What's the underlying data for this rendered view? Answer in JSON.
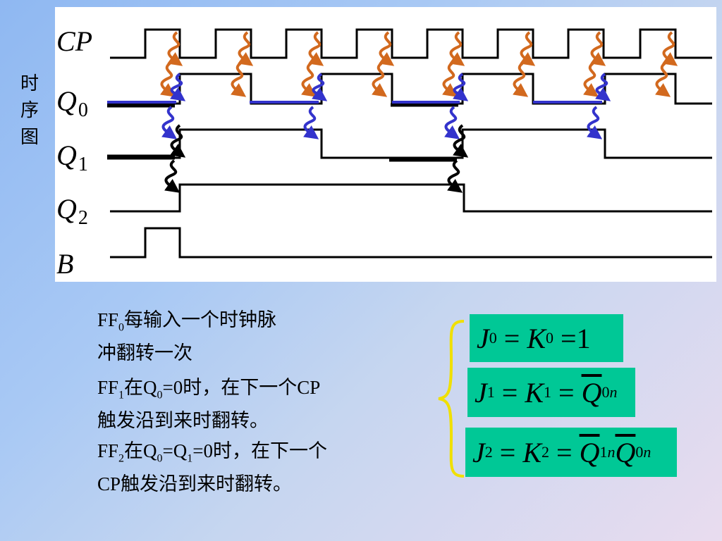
{
  "side_label": "时\n序\n图",
  "signals": [
    {
      "name": "CP",
      "sub": ""
    },
    {
      "name": "Q",
      "sub": "0"
    },
    {
      "name": "Q",
      "sub": "1"
    },
    {
      "name": "Q",
      "sub": "2"
    },
    {
      "name": "B",
      "sub": ""
    }
  ],
  "notes": [
    {
      "line1_a": "FF",
      "line1_sub": "0",
      "line1_b": "每输入一个时钟脉",
      "line2": "冲翻转一次"
    },
    {
      "line1_a": "FF",
      "line1_sub": "1",
      "line1_b": "在Q",
      "line1_sub2": "0",
      "line1_c": "=0时，在下一个CP",
      "line2": "触发沿到来时翻转。"
    },
    {
      "line1_a": "FF",
      "line1_sub": "2",
      "line1_b": "在Q",
      "line1_sub2": "0",
      "line1_c": "=Q",
      "line1_sub3": "1",
      "line1_d": "=0时，在下一个",
      "line2": "CP触发沿到来时翻转。"
    }
  ],
  "equations": [
    {
      "j": "J",
      "j_sub": "0",
      "eq1": " = ",
      "k": "K",
      "k_sub": "0",
      "eq2": " =1"
    },
    {
      "j": "J",
      "j_sub": "1",
      "eq1": " = ",
      "k": "K",
      "k_sub": "1",
      "eq2": " = ",
      "q": "Q",
      "q_sub": "0",
      "q_sup": "n"
    },
    {
      "j": "J",
      "j_sub": "2",
      "eq1": " = ",
      "k": "K",
      "k_sub": "2",
      "eq2": " = ",
      "q1": "Q",
      "q1_sub": "1",
      "q1_sup": "n",
      "q2": "Q",
      "q2_sub": "0",
      "q2_sup": "n"
    }
  ],
  "colors": {
    "orange_arrow": "#d2691e",
    "blue_arrow": "#3333cc",
    "black_arrow": "#000000",
    "eq_bg": "#00c896",
    "brace": "#f0e000"
  }
}
